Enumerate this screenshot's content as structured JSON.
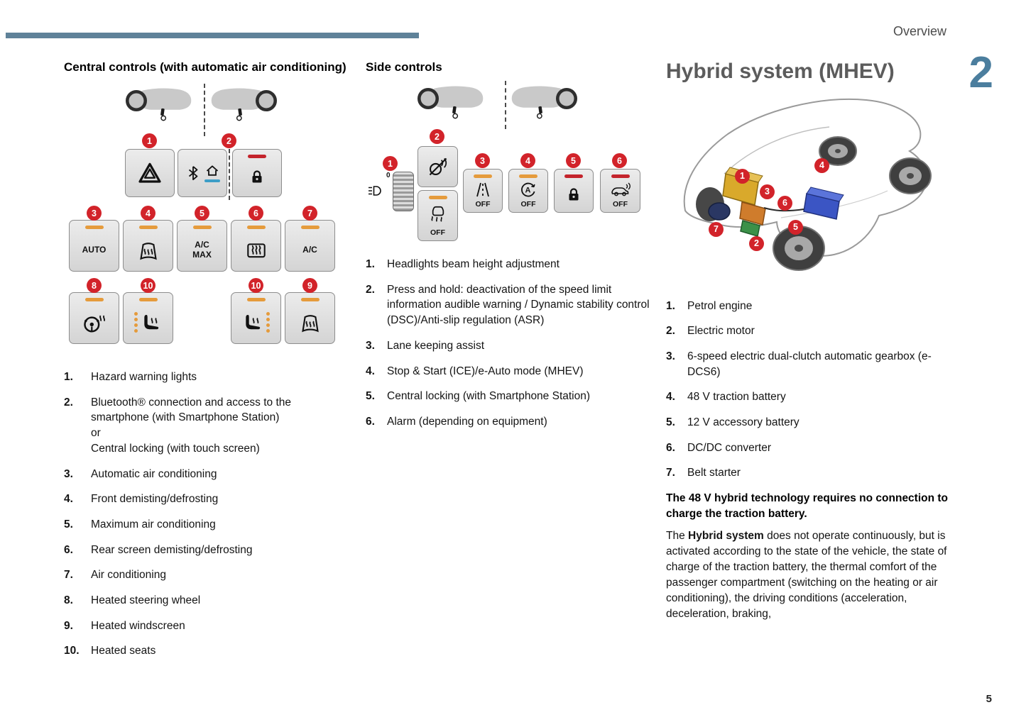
{
  "header": {
    "label": "Overview",
    "chapter": "2"
  },
  "footer": {
    "page_number": "5"
  },
  "colors": {
    "accent_bar": "#5f8299",
    "chapter_number": "#4b7e9e",
    "badge_red": "#d2232a",
    "indicator_orange": "#e59b3c",
    "indicator_red": "#c4242c",
    "home_underline_blue": "#3d9ec7",
    "battery_blue": "#3b55c4",
    "engine_yellow": "#d9a92b"
  },
  "central_controls": {
    "title": "Central controls (with automatic air conditioning)",
    "badges": [
      "1",
      "2",
      "3",
      "4",
      "5",
      "6",
      "7",
      "8",
      "9",
      "10"
    ],
    "buttons": {
      "auto": "AUTO",
      "ac_max": "A/C\nMAX",
      "ac": "A/C"
    },
    "items": [
      {
        "num": "1.",
        "text": "Hazard warning lights"
      },
      {
        "num": "2.",
        "text": "Bluetooth® connection and access to the smartphone (with Smartphone Station)\nor\nCentral locking (with touch screen)"
      },
      {
        "num": "3.",
        "text": "Automatic air conditioning"
      },
      {
        "num": "4.",
        "text": "Front demisting/defrosting"
      },
      {
        "num": "5.",
        "text": "Maximum air conditioning"
      },
      {
        "num": "6.",
        "text": "Rear screen demisting/defrosting"
      },
      {
        "num": "7.",
        "text": "Air conditioning"
      },
      {
        "num": "8.",
        "text": "Heated steering wheel"
      },
      {
        "num": "9.",
        "text": "Heated windscreen"
      },
      {
        "num": "10.",
        "text": "Heated seats"
      }
    ]
  },
  "side_controls": {
    "title": "Side controls",
    "badges": [
      "1",
      "2",
      "3",
      "4",
      "5",
      "6"
    ],
    "off_label": "OFF",
    "dial_zero": "0",
    "items": [
      {
        "num": "1.",
        "text": "Headlights beam height adjustment"
      },
      {
        "num": "2.",
        "text": "Press and hold: deactivation of the speed limit information audible warning / Dynamic stability control (DSC)/Anti-slip regulation (ASR)"
      },
      {
        "num": "3.",
        "text": "Lane keeping assist"
      },
      {
        "num": "4.",
        "text": "Stop & Start (ICE)/e-Auto mode (MHEV)"
      },
      {
        "num": "5.",
        "text": "Central locking (with Smartphone Station)"
      },
      {
        "num": "6.",
        "text": "Alarm (depending on equipment)"
      }
    ]
  },
  "hybrid": {
    "title": "Hybrid system (MHEV)",
    "badges": [
      "1",
      "2",
      "3",
      "4",
      "5",
      "6",
      "7"
    ],
    "items": [
      {
        "num": "1.",
        "text": "Petrol engine"
      },
      {
        "num": "2.",
        "text": "Electric motor"
      },
      {
        "num": "3.",
        "text": "6-speed electric dual-clutch automatic gearbox (e-DCS6)"
      },
      {
        "num": "4.",
        "text": "48 V traction battery"
      },
      {
        "num": "5.",
        "text": "12 V accessory battery"
      },
      {
        "num": "6.",
        "text": "DC/DC converter"
      },
      {
        "num": "7.",
        "text": "Belt starter"
      }
    ],
    "bold_note": "The 48 V hybrid technology requires no connection to charge the traction battery.",
    "paragraph": {
      "prefix": "The ",
      "bold": "Hybrid system",
      "rest": " does not operate continuously, but is activated according to the state of the vehicle, the state of charge of the traction battery, the thermal comfort of the passenger compartment (switching on the heating or air conditioning), the driving conditions (acceleration, deceleration, braking,"
    }
  }
}
